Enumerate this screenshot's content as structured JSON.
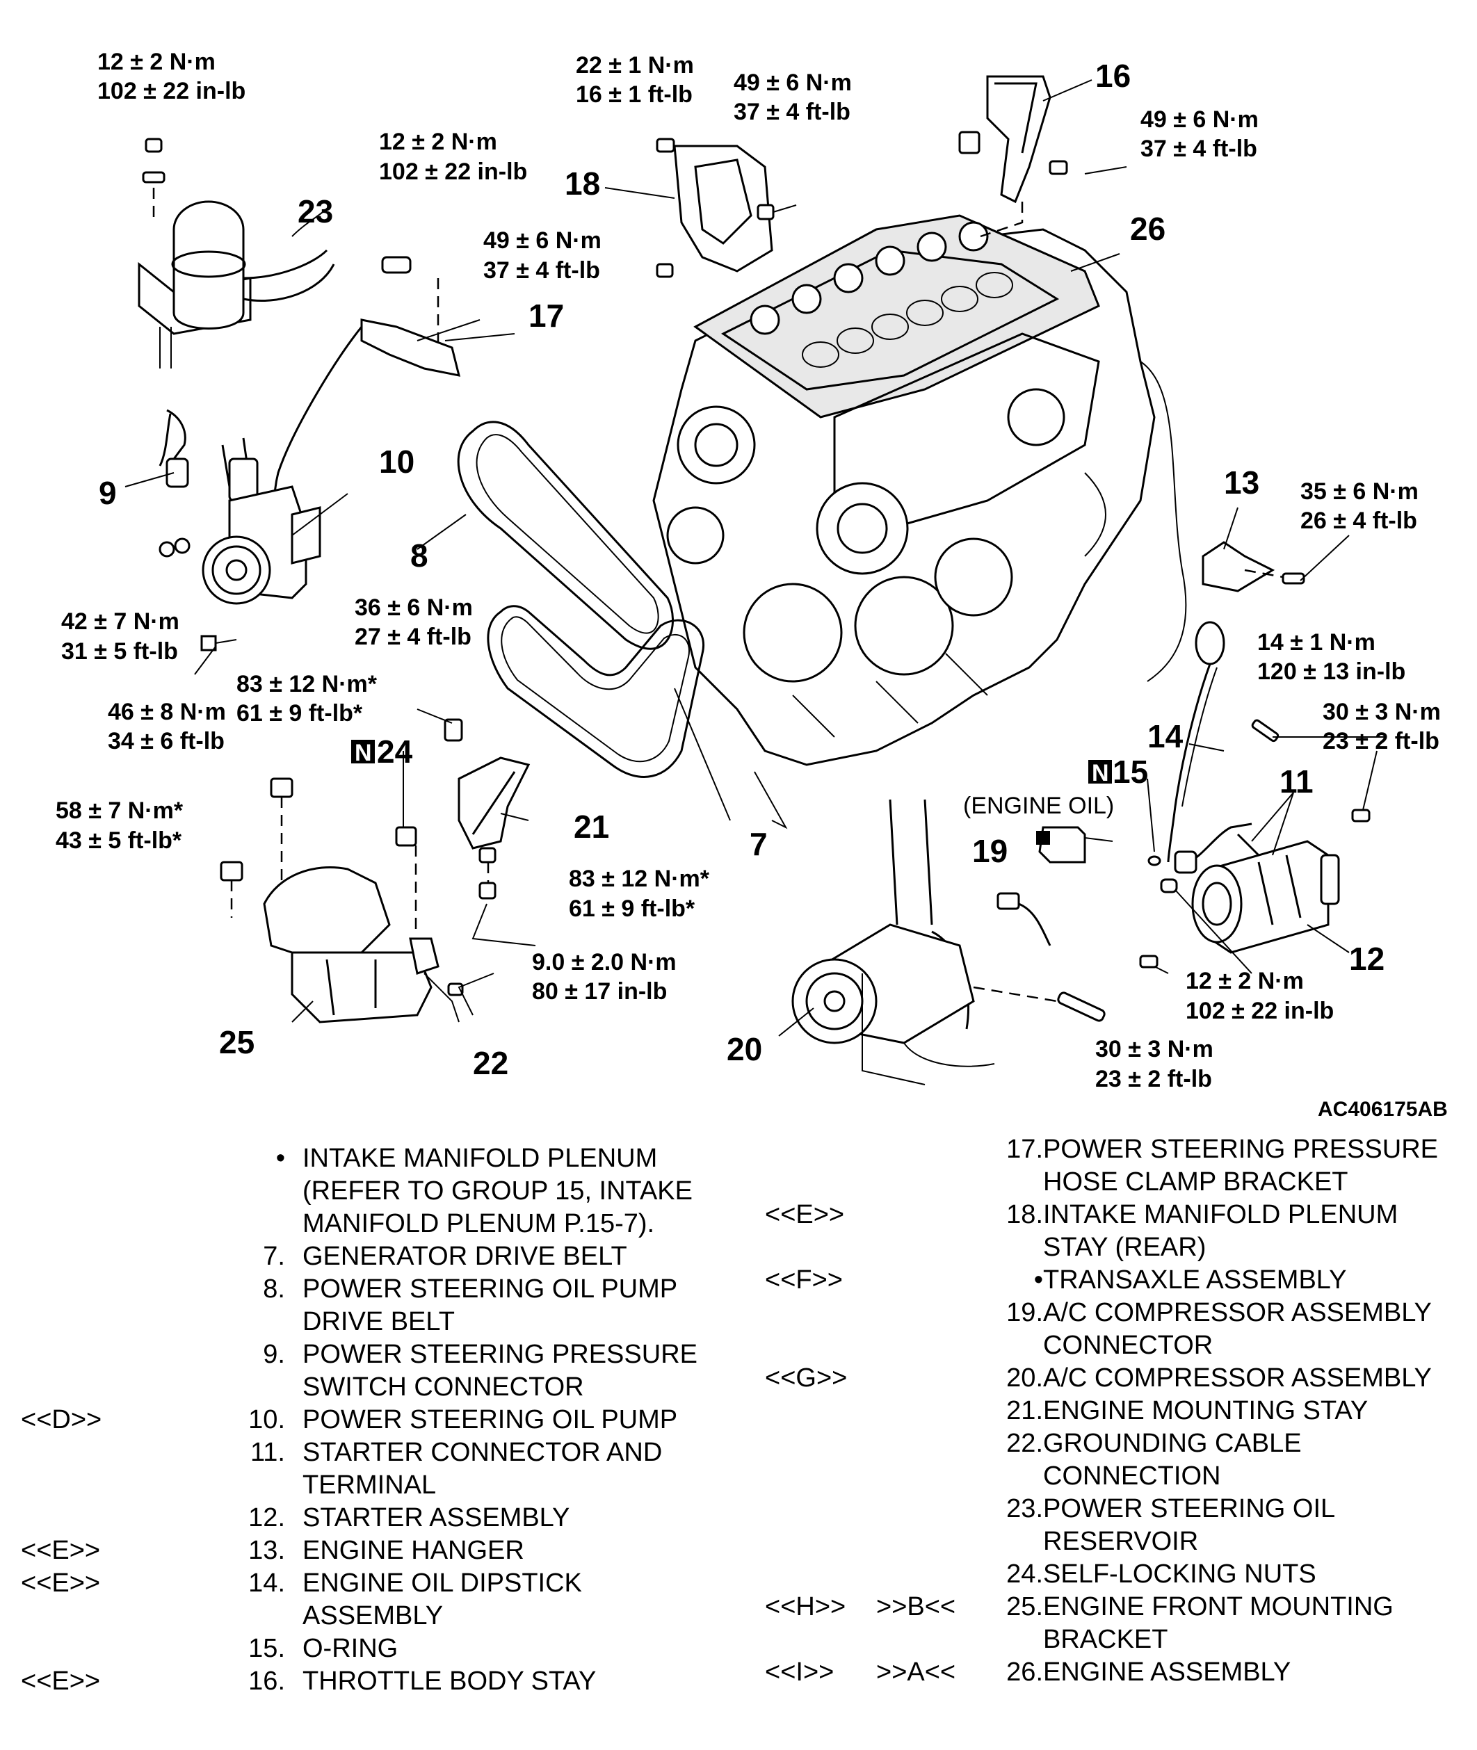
{
  "diagram_id": "AC406175AB",
  "fluid_label": "(ENGINE OIL)",
  "callouts": {
    "c7": "7",
    "c8": "8",
    "c9": "9",
    "c10": "10",
    "c11": "11",
    "c12": "12",
    "c13": "13",
    "c14": "14",
    "c15": "15",
    "c16": "16",
    "c17": "17",
    "c18": "18",
    "c19": "19",
    "c20": "20",
    "c21": "21",
    "c22": "22",
    "c23": "23",
    "c24": "24",
    "c25": "25",
    "c26": "26"
  },
  "new_part_symbol": "N",
  "torques": {
    "t_reservoir_nut": [
      "12 ± 2 N·m",
      "102 ± 22 in-lb"
    ],
    "t_bracket17": [
      "12 ± 2 N·m",
      "102 ± 22 in-lb"
    ],
    "t_stay18_top": [
      "22 ± 1 N·m",
      "16 ± 1 ft-lb"
    ],
    "t_stay18_right": [
      "49 ± 6 N·m",
      "37 ± 4 ft-lb"
    ],
    "t_stay18_bottom": [
      "49 ± 6 N·m",
      "37 ± 4 ft-lb"
    ],
    "t_throttle16": [
      "49 ± 6 N·m",
      "37 ± 4 ft-lb"
    ],
    "t_hanger13": [
      "35 ± 6 N·m",
      "26 ± 4 ft-lb"
    ],
    "t_dipstick14": [
      "14 ± 1 N·m",
      "120 ± 13 in-lb"
    ],
    "t_starter_top": [
      "30 ± 3 N·m",
      "23 ± 2 ft-lb"
    ],
    "t_pump_nut": [
      "42 ± 7 N·m",
      "31 ± 5 ft-lb"
    ],
    "t_pump_bolt": [
      "46 ± 8 N·m",
      "34 ± 6 ft-lb"
    ],
    "t_mountstay_top": [
      "36 ± 6 N·m",
      "27 ± 4 ft-lb"
    ],
    "t_nut24": [
      "83 ± 12 N·m*",
      "61 ± 9 ft-lb*"
    ],
    "t_bracket25": [
      "58 ± 7 N·m*",
      "43 ± 5 ft-lb*"
    ],
    "t_mountstay_bolt": [
      "83 ± 12 N·m*",
      "61 ± 9 ft-lb*"
    ],
    "t_ground22": [
      "9.0 ± 2.0 N·m",
      "80 ± 17 in-lb"
    ],
    "t_starter_nut": [
      "12 ± 2 N·m",
      "102 ± 22 in-lb"
    ],
    "t_starter_bolt": [
      "30 ± 3 N·m",
      "23 ± 2 ft-lb"
    ]
  },
  "legend_left": [
    {
      "code": "",
      "num": "•",
      "lines": [
        "INTAKE MANIFOLD PLENUM",
        "(REFER TO GROUP 15, INTAKE",
        "MANIFOLD PLENUM P.15-7)."
      ]
    },
    {
      "code": "",
      "num": "7.",
      "lines": [
        "GENERATOR DRIVE BELT"
      ]
    },
    {
      "code": "",
      "num": "8.",
      "lines": [
        "POWER STEERING OIL PUMP",
        "DRIVE BELT"
      ]
    },
    {
      "code": "",
      "num": "9.",
      "lines": [
        "POWER STEERING PRESSURE",
        "SWITCH CONNECTOR"
      ]
    },
    {
      "code": "<<D>>",
      "num": "10.",
      "lines": [
        "POWER STEERING OIL PUMP"
      ]
    },
    {
      "code": "",
      "num": "11.",
      "lines": [
        "STARTER CONNECTOR AND",
        "TERMINAL"
      ]
    },
    {
      "code": "",
      "num": "12.",
      "lines": [
        "STARTER ASSEMBLY"
      ]
    },
    {
      "code": "<<E>>",
      "num": "13.",
      "lines": [
        "ENGINE HANGER"
      ]
    },
    {
      "code": "<<E>>",
      "num": "14.",
      "lines": [
        "ENGINE OIL DIPSTICK",
        "ASSEMBLY"
      ]
    },
    {
      "code": "",
      "num": "15.",
      "lines": [
        "O-RING"
      ]
    },
    {
      "code": "<<E>>",
      "num": "16.",
      "lines": [
        "THROTTLE BODY STAY"
      ]
    }
  ],
  "legend_right": [
    {
      "code": "",
      "code2": "",
      "num": "17.",
      "lines": [
        "POWER STEERING PRESSURE",
        "HOSE CLAMP BRACKET"
      ]
    },
    {
      "code": "<<E>>",
      "code2": "",
      "num": "18.",
      "lines": [
        "INTAKE MANIFOLD PLENUM",
        "STAY (REAR)"
      ]
    },
    {
      "code": "<<F>>",
      "code2": "",
      "num": "•",
      "lines": [
        "TRANSAXLE ASSEMBLY"
      ]
    },
    {
      "code": "",
      "code2": "",
      "num": "19.",
      "lines": [
        "A/C COMPRESSOR ASSEMBLY",
        "CONNECTOR"
      ]
    },
    {
      "code": "<<G>>",
      "code2": "",
      "num": "20.",
      "lines": [
        "A/C COMPRESSOR ASSEMBLY"
      ]
    },
    {
      "code": "",
      "code2": "",
      "num": "21.",
      "lines": [
        "ENGINE MOUNTING STAY"
      ]
    },
    {
      "code": "",
      "code2": "",
      "num": "22.",
      "lines": [
        "GROUNDING CABLE",
        "CONNECTION"
      ]
    },
    {
      "code": "",
      "code2": "",
      "num": "23.",
      "lines": [
        "POWER STEERING OIL",
        "RESERVOIR"
      ]
    },
    {
      "code": "",
      "code2": "",
      "num": "24.",
      "lines": [
        "SELF-LOCKING NUTS"
      ]
    },
    {
      "code": "<<H>>",
      "code2": ">>B<<",
      "num": "25.",
      "lines": [
        "ENGINE FRONT MOUNTING",
        "BRACKET"
      ]
    },
    {
      "code": "<<I>>",
      "code2": ">>A<<",
      "num": "26.",
      "lines": [
        "ENGINE ASSEMBLY"
      ]
    }
  ]
}
